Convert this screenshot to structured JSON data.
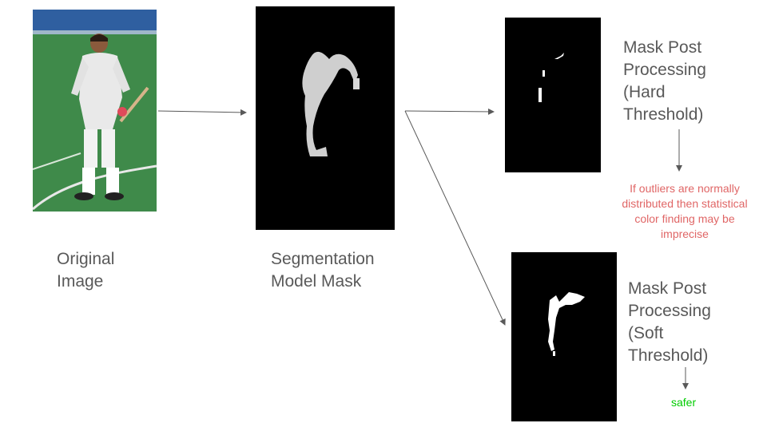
{
  "captions": {
    "original": [
      "Original",
      "Image"
    ],
    "segmentation": [
      "Segmentation",
      "Model Mask"
    ],
    "hard": [
      "Mask Post",
      "Processing",
      "(Hard",
      "Threshold)"
    ],
    "soft": [
      "Mask Post",
      "Processing",
      "(Soft",
      "Threshold)"
    ]
  },
  "notes": {
    "hard_warning": [
      "If outliers are normally",
      "distributed then statistical",
      "color finding may be",
      "imprecise"
    ],
    "soft_result": "safer"
  },
  "colors": {
    "text": "#595959",
    "warning": "#e06666",
    "positive": "#00cc00",
    "arrow": "#595959",
    "panel": "#000000",
    "field": "#3f8a4a"
  }
}
